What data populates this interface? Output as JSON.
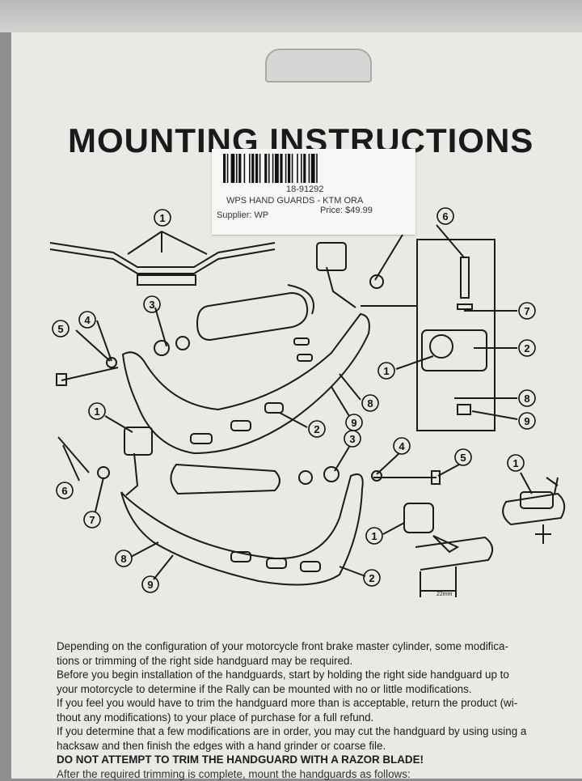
{
  "document": {
    "title": "MOUNTING INSTRUCTIONS"
  },
  "sticker": {
    "sku": "18-91292",
    "product_name": "WPS HAND GUARDS - KTM ORA",
    "supplier": "Supplier: WP",
    "price": "Price: $49.99"
  },
  "diagram": {
    "callouts": [
      "1",
      "2",
      "3",
      "4",
      "5",
      "6",
      "7",
      "8",
      "9"
    ],
    "measurement": "22mm"
  },
  "instructions": {
    "lines": [
      "Depending on the configuration of your motorcycle front brake master cylinder, some modifica-",
      "tions or trimming of the right side handguard may be required.",
      "Before you begin installation of the handguards, start by holding the right side handguard up to",
      "your motorcycle to determine if the Rally can be mounted with no or little modifications.",
      "If you feel you would have to trim the handguard more than is acceptable, return the product (wi-",
      "thout any modifications) to your place of purchase for a full refund.",
      "If you determine that a few modifications are in order, you may cut the handguard by using using a",
      "hacksaw and then finish the edges with a hand grinder or coarse file."
    ],
    "warning": "DO NOT ATTEMPT TO TRIM THE HANDGUARD WITH A RAZOR BLADE!",
    "cutoff": "After the required trimming is complete, mount the handguards as follows:"
  }
}
